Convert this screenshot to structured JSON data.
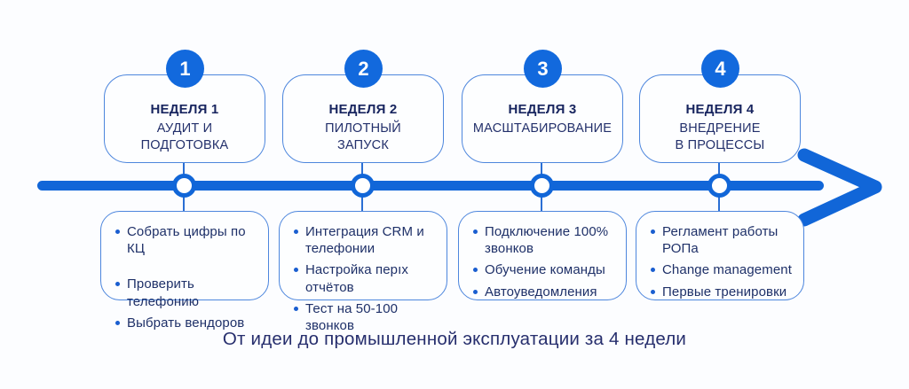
{
  "colors": {
    "primary_blue": "#1166d8",
    "card_border_blue": "#4d86dd",
    "navy_text": "#1e3068",
    "background": "#fcfdff"
  },
  "weeks": [
    {
      "number": "1",
      "title": "НЕДЕЛЯ 1",
      "subtitle": "АУДИТ И\nПОДГОТОВКА",
      "items": [
        "Собрать цифры по КЦ",
        "Проверить телефонию",
        "Выбрать вендоров"
      ]
    },
    {
      "number": "2",
      "title": "НЕДЕЛЯ 2",
      "subtitle": "ПИЛОТНЫЙ\nЗАПУСК",
      "items": [
        "Интеграция CRM и телефонии",
        "Настройка перıх отчётов",
        "Тест на 50-100 звонков"
      ]
    },
    {
      "number": "3",
      "title": "НЕДЕЛЯ 3",
      "subtitle": "МАСШТАБИРОВАНИЕ",
      "items": [
        "Подключение 100% звонков",
        "Обучение команды",
        "Автоуведомления"
      ]
    },
    {
      "number": "4",
      "title": "НЕДЕЛЯ 4",
      "subtitle": "ВНЕДРЕНИЕ\nВ ПРОЦЕССЫ",
      "items": [
        "Регламент работы РОПа",
        "Change management",
        "Первые тренировки"
      ]
    }
  ],
  "caption": "От идеи до промышленной эксплуатации за 4 недели"
}
